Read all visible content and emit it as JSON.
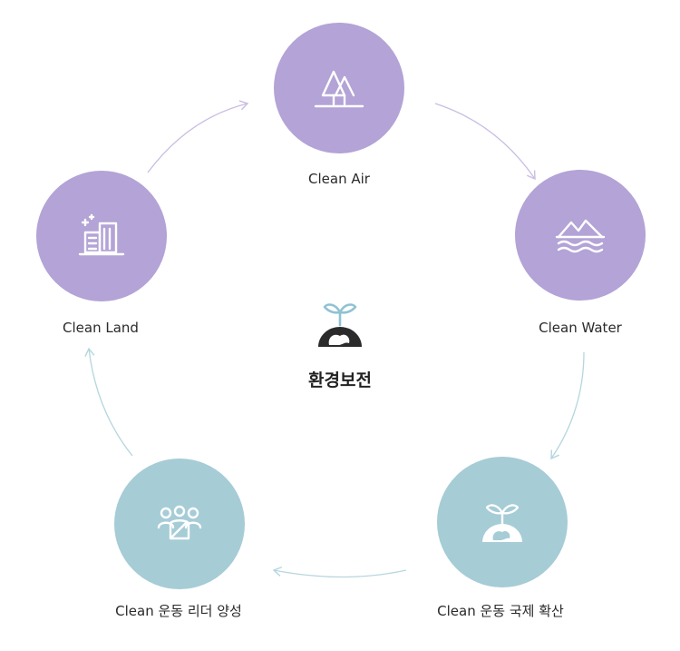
{
  "center": {
    "title": "환경보전",
    "icon": "sprout-globe-icon"
  },
  "nodes": [
    {
      "id": "clean-air",
      "label": "Clean Air",
      "icon": "trees-icon",
      "color": "#b3a3d6"
    },
    {
      "id": "clean-water",
      "label": "Clean Water",
      "icon": "mountain-water-icon",
      "color": "#b3a3d6"
    },
    {
      "id": "clean-international",
      "label": "Clean 운동 국제 확산",
      "icon": "sprout-globe-icon",
      "color": "#a6ccd6"
    },
    {
      "id": "clean-leader",
      "label": "Clean 운동 리더 양성",
      "icon": "people-group-icon",
      "color": "#a6ccd6"
    },
    {
      "id": "clean-land",
      "label": "Clean Land",
      "icon": "city-buildings-icon",
      "color": "#b3a3d6"
    }
  ],
  "colors": {
    "purple": "#b3a3d6",
    "teal": "#a6ccd6",
    "arrow_purple": "#c9bde3",
    "arrow_teal": "#b5d6de",
    "dark_icon": "#2b2b2b",
    "center_leaf": "#8fc3d2"
  }
}
